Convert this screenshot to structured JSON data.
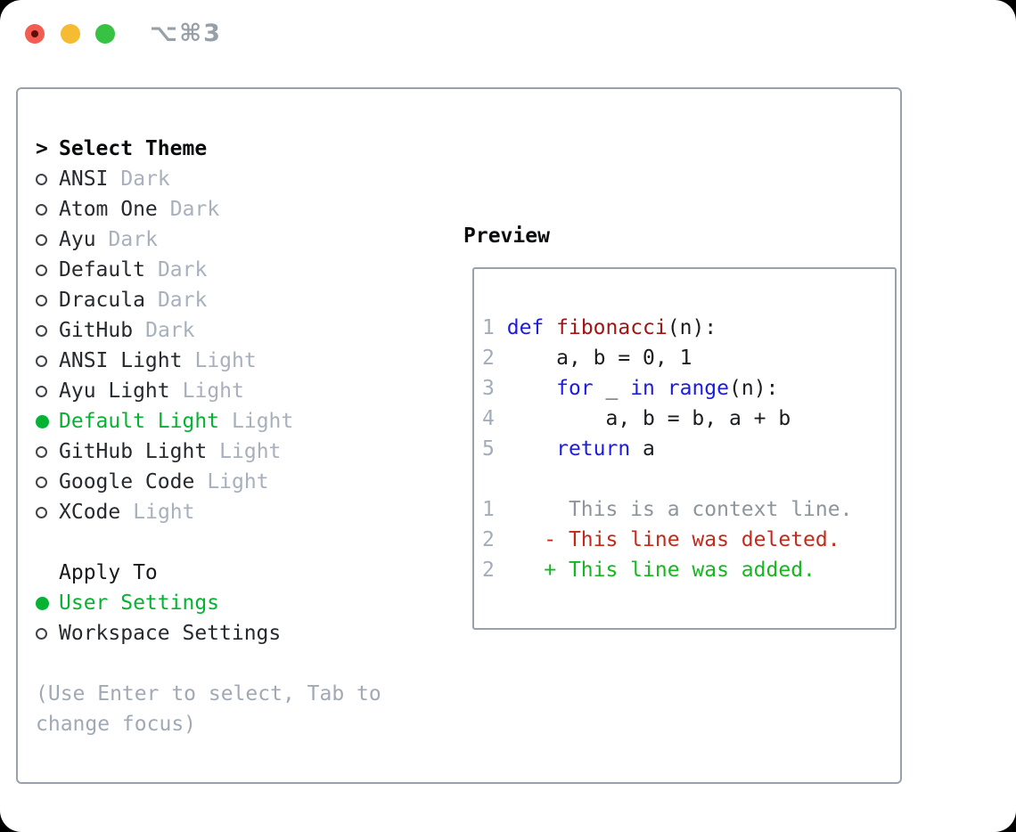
{
  "window": {
    "shortcut": "⌥⌘3"
  },
  "colors": {
    "green": "#06b232",
    "border_gray": "#98a1ac",
    "keyword_blue": "#1b1be6",
    "function_red": "#a31414",
    "diff_deleted_red": "#c32a1a",
    "diff_added_green": "#14b81e",
    "traffic_close": "#f25c52",
    "traffic_minimize": "#f5bb31",
    "traffic_zoom": "#37c244"
  },
  "theme_panel": {
    "cursor": ">",
    "title": "Select Theme",
    "items": [
      {
        "name": "ANSI",
        "variant": "Dark",
        "selected": false
      },
      {
        "name": "Atom One",
        "variant": "Dark",
        "selected": false
      },
      {
        "name": "Ayu",
        "variant": "Dark",
        "selected": false
      },
      {
        "name": "Default",
        "variant": "Dark",
        "selected": false
      },
      {
        "name": "Dracula",
        "variant": "Dark",
        "selected": false
      },
      {
        "name": "GitHub",
        "variant": "Dark",
        "selected": false
      },
      {
        "name": "ANSI Light",
        "variant": "Light",
        "selected": false
      },
      {
        "name": "Ayu Light",
        "variant": "Light",
        "selected": false
      },
      {
        "name": "Default Light",
        "variant": "Light",
        "selected": true
      },
      {
        "name": "GitHub Light",
        "variant": "Light",
        "selected": false
      },
      {
        "name": "Google Code",
        "variant": "Light",
        "selected": false
      },
      {
        "name": "XCode",
        "variant": "Light",
        "selected": false
      }
    ],
    "apply_to": {
      "title": "Apply To",
      "options": [
        {
          "label": "User Settings",
          "selected": true
        },
        {
          "label": "Workspace Settings",
          "selected": false
        }
      ]
    },
    "hint": "(Use Enter to select, Tab to change focus)"
  },
  "preview": {
    "title": "Preview",
    "lines": [
      {
        "num": "1",
        "tokens": [
          {
            "t": " "
          },
          {
            "t": "def",
            "c": "kw"
          },
          {
            "t": " "
          },
          {
            "t": "fibonacci",
            "c": "fn"
          },
          {
            "t": "(n):"
          }
        ]
      },
      {
        "num": "2",
        "tokens": [
          {
            "t": "     a, b = 0, 1"
          }
        ]
      },
      {
        "num": "3",
        "tokens": [
          {
            "t": "     "
          },
          {
            "t": "for",
            "c": "kw"
          },
          {
            "t": " _ "
          },
          {
            "t": "in",
            "c": "kw"
          },
          {
            "t": " "
          },
          {
            "t": "range",
            "c": "kw"
          },
          {
            "t": "(n):"
          }
        ]
      },
      {
        "num": "4",
        "tokens": [
          {
            "t": "         a, b = b, a + b"
          }
        ]
      },
      {
        "num": "5",
        "tokens": [
          {
            "t": "     "
          },
          {
            "t": "return",
            "c": "kw"
          },
          {
            "t": " a"
          }
        ]
      },
      {
        "num": "",
        "tokens": []
      },
      {
        "num": "1",
        "tokens": [
          {
            "t": "      This is a context line.",
            "c": "ctx"
          }
        ]
      },
      {
        "num": "2",
        "tokens": [
          {
            "t": "    - This line was deleted.",
            "c": "del"
          }
        ]
      },
      {
        "num": "2",
        "tokens": [
          {
            "t": "    + This line was added.",
            "c": "add"
          }
        ]
      }
    ]
  }
}
